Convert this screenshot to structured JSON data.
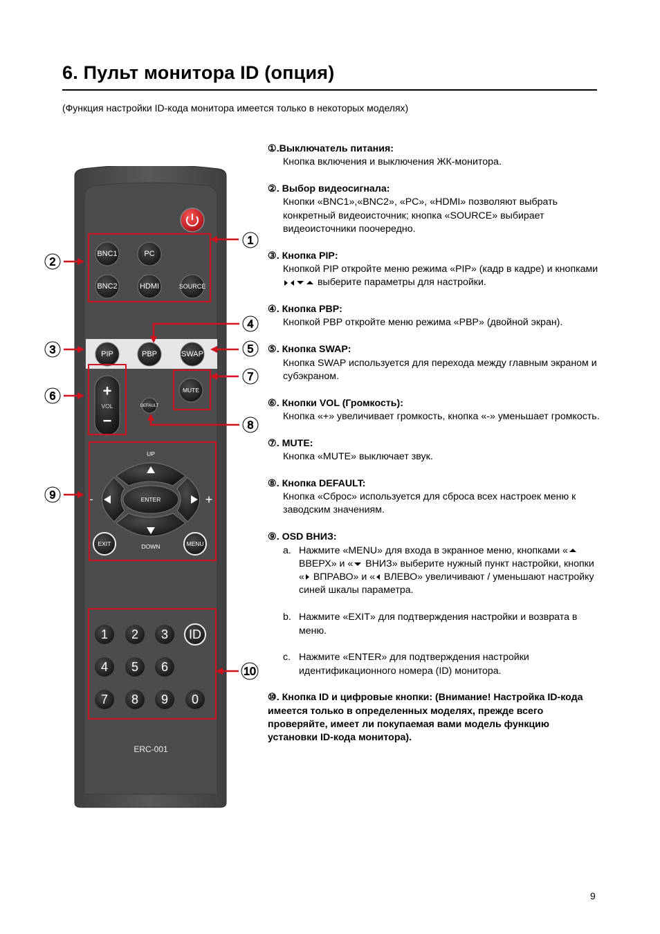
{
  "header": {
    "title": "6.    Пульт монитора ID (опция)",
    "subtitle": "(Функция настройки ID-кода монитора имеется только в некоторых моделях)"
  },
  "page_number": "9",
  "remote": {
    "model_label": "ERC-001",
    "buttons": {
      "bnc1": "BNC1",
      "pc": "PC",
      "bnc2": "BNC2",
      "hdmi": "HDMI",
      "source": "SOURCE",
      "pip": "PIP",
      "pbp": "PBP",
      "swap": "SWAP",
      "vol_plus": "+",
      "vol_label": "VOL",
      "vol_minus": "−",
      "default": "DEFAULT",
      "mute": "MUTE",
      "up": "UP",
      "down": "DOWN",
      "enter": "ENTER",
      "left_sign": "-",
      "right_sign": "+",
      "exit": "EXIT",
      "menu": "MENU",
      "id": "ID",
      "digits": [
        "1",
        "2",
        "3",
        "4",
        "5",
        "6",
        "7",
        "8",
        "9",
        "0"
      ]
    },
    "callouts": [
      "1",
      "2",
      "3",
      "4",
      "5",
      "6",
      "7",
      "8",
      "9",
      "10"
    ],
    "colors": {
      "body": "#4a4a4a",
      "button": "#262626",
      "highlight": "#d4111e",
      "power": "#c8171f"
    }
  },
  "sections": {
    "s1": {
      "num": "①.",
      "head": "Выключатель питания:",
      "body": "Кнопка включения и выключения ЖК-монитора."
    },
    "s2": {
      "num": "②.",
      "head": " Выбор видеосигнала:",
      "body": "Кнопки «BNC1»,«BNC2», «PC», «HDMI» позволяют выбрать конкретный видеоисточник; кнопка «SOURCE» выбирает видеоисточники поочередно."
    },
    "s3": {
      "num": "③.",
      "head": " Кнопка PIP:",
      "body1": "Кнопкой PIP откройте меню режима «PIP» (кадр в кадре) и кнопками",
      "body2": "выберите параметры для настройки."
    },
    "s4": {
      "num": "④.",
      "head": " Кнопка PBP:",
      "body": "Кнопкой PBP откройте меню режима «PBP» (двойной экран)."
    },
    "s5": {
      "num": "⑤.",
      "head": " Кнопка SWAP:",
      "body": "Кнопка SWAP используется для перехода между главным экраном и субэкраном."
    },
    "s6": {
      "num": "⑥.",
      "head": " Кнопки VOL (Громкость):",
      "body": "Кнопка «+» увеличивает громкость, кнопка «-» уменьшает громкость."
    },
    "s7": {
      "num": "⑦.",
      "head": " MUTE:",
      "body": "Кнопка «MUTE» выключает звук."
    },
    "s8": {
      "num": "⑧.",
      "head": " Кнопка DEFAULT:",
      "body": "Кнопка «Сброс» используется для сброса всех настроек меню к заводским значениям."
    },
    "s9": {
      "num": "⑨.",
      "head": " OSD ВНИЗ:",
      "a_letter": "a.",
      "a1": "Нажмите «MENU» для входа в экранное меню, кнопками «",
      "a2": " ВВЕРХ» и «",
      "a3": " ВНИЗ» выберите нужный пункт настройки, кнопки «",
      "a4": " ВПРАВО» и «",
      "a5": " ВЛЕВО» увеличивают / уменьшают настройку синей шкалы параметра.",
      "b_letter": "b.",
      "b": "Нажмите «EXIT» для подтверждения настройки и возврата в меню.",
      "c_letter": "c.",
      "c": "Нажмите «ENTER» для подтверждения настройки идентификационного номера (ID) монитора."
    },
    "s10": {
      "num": "⑩.",
      "head": " Кнопка ID и цифровые кнопки: (Внимание! Настройка ID-кода имеется только в определенных моделях, прежде всего проверяйте, имеет ли покупаемая вами модель функцию установки ID-кода монитора)."
    }
  }
}
